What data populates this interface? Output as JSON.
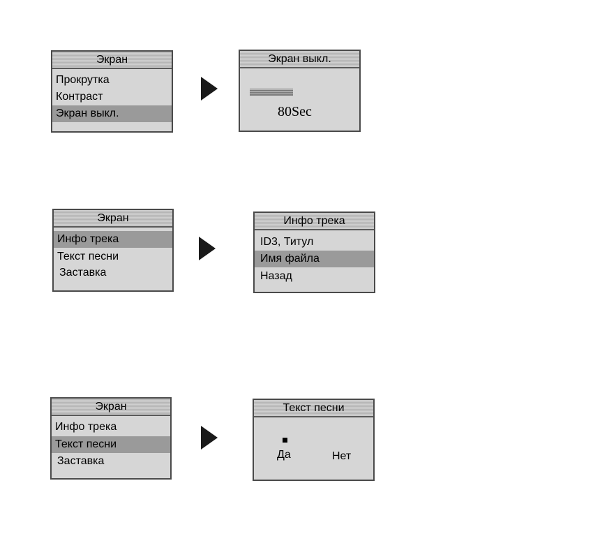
{
  "row1": {
    "menu": {
      "title": "Экран",
      "items": [
        "Прокрутка",
        "Контраст",
        "Экран выкл."
      ],
      "selected_index": 2
    },
    "result": {
      "title": "Экран выкл.",
      "value": "80Sec"
    }
  },
  "row2": {
    "menu": {
      "title": "Экран",
      "items": [
        "Инфо трека",
        "Текст песни",
        "Заставка"
      ],
      "selected_index": 0
    },
    "result": {
      "title": "Инфо трека",
      "items": [
        "ID3, Титул",
        "Имя файла",
        "Назад"
      ],
      "selected_index": 1
    }
  },
  "row3": {
    "menu": {
      "title": "Экран",
      "items": [
        "Инфо трека",
        "Текст песни",
        "Заставка"
      ],
      "selected_index": 1
    },
    "result": {
      "title": "Текст песни",
      "options": [
        "Да",
        "Нет"
      ],
      "selected_index": 0
    }
  },
  "icons": {
    "arrow": "play-arrow-icon",
    "indicator": "selection-dot-icon"
  },
  "colors": {
    "screen_bg": "#d6d6d6",
    "highlight": "#9a9a9a",
    "border": "#4a4a4a"
  }
}
